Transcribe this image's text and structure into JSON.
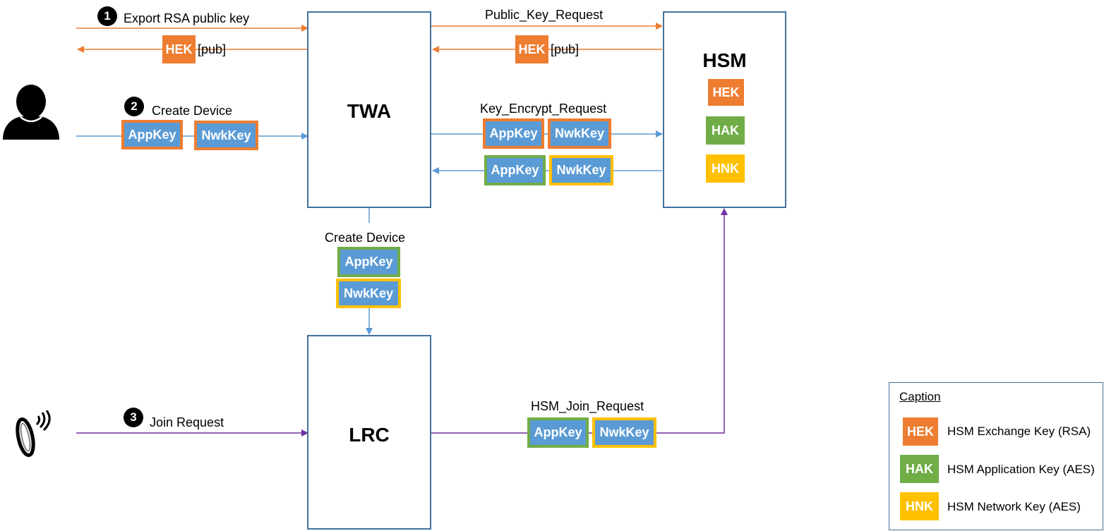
{
  "nodes": {
    "twa": "TWA",
    "hsm": "HSM",
    "lrc": "LRC"
  },
  "steps": {
    "export": {
      "number": "1",
      "label": "Export RSA public key"
    },
    "create": {
      "number": "2",
      "label": "Create Device"
    },
    "join": {
      "number": "3",
      "label": "Join Request"
    }
  },
  "messages": {
    "public_key_request": "Public_Key_Request",
    "key_encrypt_request": "Key_Encrypt_Request",
    "create_device_lrc": "Create Device",
    "hsm_join_request": "HSM_Join_Request",
    "pub_suffix": "[pub]"
  },
  "keys": {
    "appkey": "AppKey",
    "nwkkey": "NwkKey",
    "hek": "HEK",
    "hak": "HAK",
    "hnk": "HNK"
  },
  "caption": {
    "title": "Caption",
    "items": [
      {
        "code": "HEK",
        "label": "HSM Exchange Key (RSA)"
      },
      {
        "code": "HAK",
        "label": "HSM Application Key (AES)"
      },
      {
        "code": "HNK",
        "label": "HSM Network Key (AES)"
      }
    ]
  },
  "colors": {
    "orange": "#ed7d31",
    "green": "#70ad47",
    "yellow": "#ffc000",
    "blue": "#5b9bd5",
    "purple": "#7030a0",
    "box_border": "#41719c"
  },
  "icons": {
    "user": "person-icon",
    "device": "wearable-device-icon"
  }
}
